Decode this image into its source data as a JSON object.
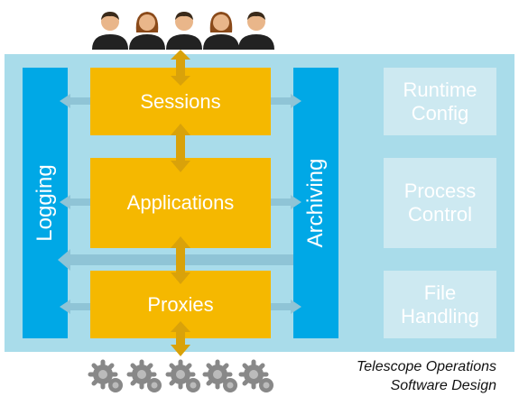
{
  "components": {
    "sessions": "Sessions",
    "applications": "Applications",
    "proxies": "Proxies",
    "logging": "Logging",
    "archiving": "Archiving",
    "runtime_config": [
      "Runtime",
      "Config"
    ],
    "process_control": [
      "Process",
      "Control"
    ],
    "file_handling": [
      "File",
      "Handling"
    ]
  },
  "caption": [
    "Telescope Operations",
    "Software Design"
  ],
  "users": [
    "male",
    "female",
    "male",
    "female",
    "male"
  ],
  "devices": [
    "gear-icon",
    "gear-icon",
    "gear-icon",
    "gear-icon",
    "gear-icon"
  ],
  "colors": {
    "panel": "#a9dcea",
    "bar": "#00a8e6",
    "box": "#f5b800",
    "side_box": "#cde9f1",
    "arrow_horizontal": "#8fc4d6",
    "arrow_vertical": "#d9a20a",
    "icon": "#888888"
  }
}
